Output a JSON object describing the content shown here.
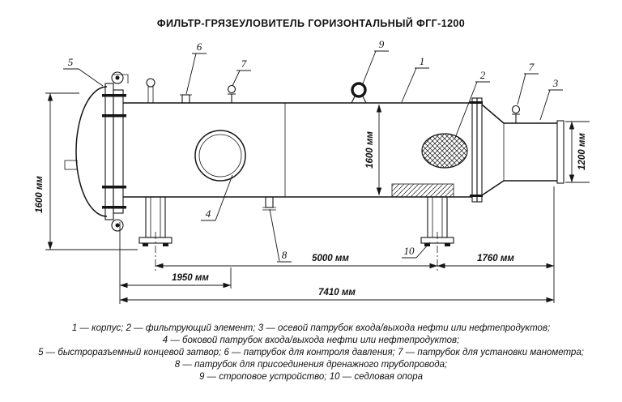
{
  "title": "ФИЛЬТР-ГРЯЗЕУЛОВИТЕЛЬ ГОРИЗОНТАЛЬНЫЙ ФГГ-1200",
  "dimensions": {
    "closure_diameter": "1600 мм",
    "shell_diameter": "1600 мм",
    "nozzle_diameter": "1200 мм",
    "saddle_span": "5000 мм",
    "left_offset": "1950 мм",
    "right_offset": "1760 мм",
    "overall_length": "7410 мм"
  },
  "callouts": {
    "1": "1",
    "2": "2",
    "3": "3",
    "4": "4",
    "5": "5",
    "6": "6",
    "7": "7",
    "8": "8",
    "9": "9",
    "10": "10"
  },
  "legend": [
    "1 — корпус; 2 — фильтрующий элемент; 3 — осевой патрубок входа/выхода нефти или нефтепродуктов;",
    "4 — боковой патрубок входа/выхода нефти или нефтепродуктов;",
    "5 — быстроразъемный концевой затвор; 6 — патрубок для контроля давления; 7 — патрубок для установки манометра;",
    "8 — патрубок для присоединения дренажного трубопровода;",
    "9 — строповое устройство; 10 — седловая опора"
  ]
}
